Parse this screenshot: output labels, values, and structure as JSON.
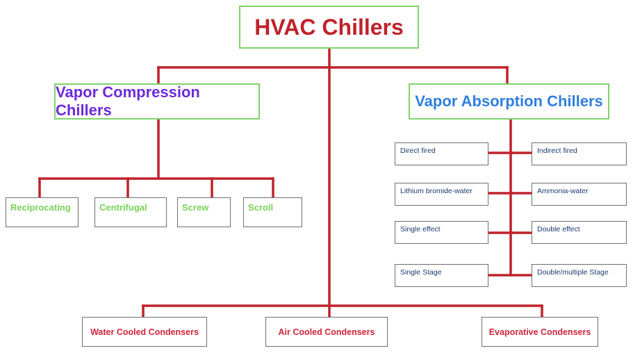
{
  "root": {
    "label": "HVAC Chillers"
  },
  "vapor_compression": {
    "label": "Vapor Compression Chillers",
    "types": [
      "Reciprocating",
      "Centrifugal",
      "Screw",
      "Scroll"
    ]
  },
  "vapor_absorption": {
    "label": "Vapor Absorption Chillers",
    "left": [
      "Direct fired",
      "Lithium bromide-water",
      "Single effect",
      "Single Stage"
    ],
    "right": [
      "Indirect fired",
      "Ammonia-water",
      "Double effect",
      "Double/multiple  Stage"
    ]
  },
  "condensers": [
    "Water Cooled Condensers",
    "Air  Cooled Condensers",
    "Evaporative  Condensers"
  ],
  "colors": {
    "connector": "#c0222b",
    "root_text": "#c0222b",
    "compression_text": "#6b2bd9",
    "absorption_text": "#2f7fe0",
    "compression_leaf_text": "#7ad157",
    "condenser_text": "#d0243a",
    "category_border": "#7fd36a"
  }
}
